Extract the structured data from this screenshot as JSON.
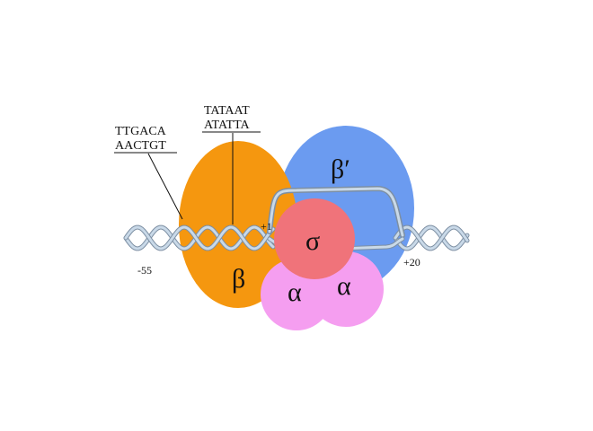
{
  "labels": {
    "minus35_top": "TTGACA",
    "minus35_bottom": "AACTGT",
    "minus10_top": "TATAAT",
    "minus10_bottom": "ATATTA",
    "pos_start": "-55",
    "pos_plus1": "+1",
    "pos_end": "+20"
  },
  "subunits": {
    "beta": "β",
    "beta_prime": "β′",
    "sigma": "σ",
    "alpha_left": "α",
    "alpha_right": "α"
  },
  "colors": {
    "beta": "#f5970f",
    "beta_prime": "#6b9bf0",
    "sigma": "#f0737a",
    "alpha": "#f59ef0",
    "dna": "#c9d9e8"
  }
}
